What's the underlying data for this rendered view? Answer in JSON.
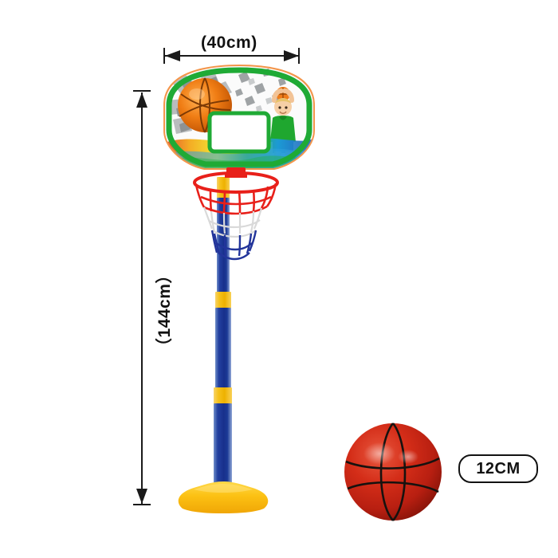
{
  "scene": {
    "title": "Kids adjustable basketball hoop stand product dimension illustration",
    "background_color": "#ffffff"
  },
  "dimensions": {
    "width_label": "(40cm)",
    "height_label": "（144cm）",
    "ball_label": "12CM"
  },
  "product": {
    "backboard": {
      "name": "basketball-backboard",
      "border_color": "#1faa35",
      "outer_edge_color": "#f08a3c",
      "shooter_square_color": "#ffffff",
      "graphic": "basketball bursting through cracked wall with child player and colorful court"
    },
    "rim": {
      "name": "basketball-rim",
      "color": "#e8201a"
    },
    "net": {
      "name": "basketball-net",
      "top_color": "#e8201a",
      "middle_color": "#ffffff",
      "bottom_color": "#22349a"
    },
    "pole": {
      "name": "support-pole",
      "color": "#1d3a9c",
      "joint_color": "#f6c21c"
    },
    "base": {
      "name": "weighted-base",
      "color": "#fbc016"
    },
    "ball": {
      "name": "mini-basketball",
      "color": "#cf2318",
      "seam_color": "#1a1a1a"
    }
  }
}
